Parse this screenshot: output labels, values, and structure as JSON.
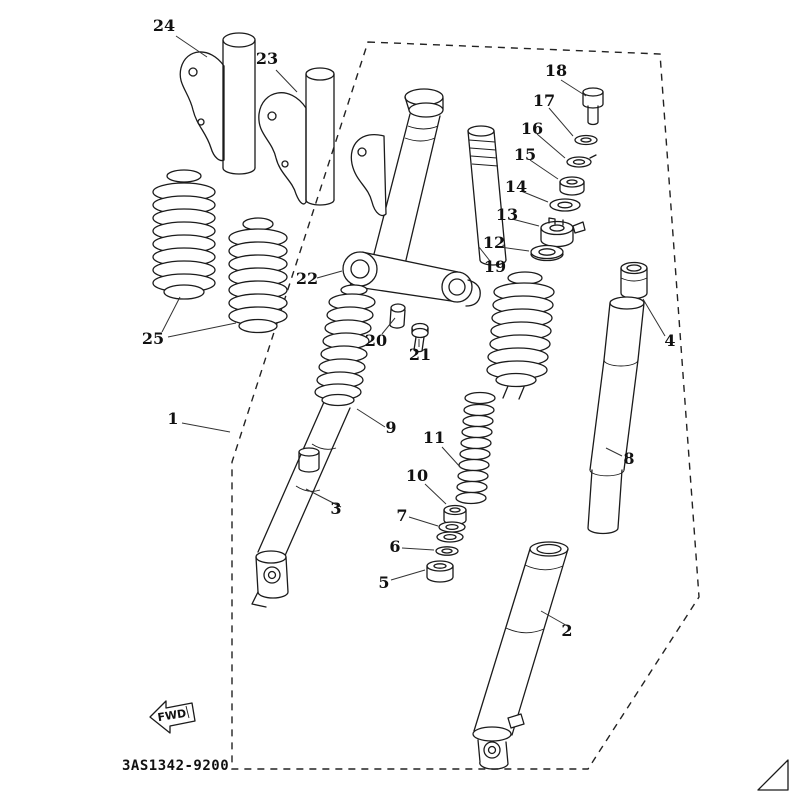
{
  "diagram": {
    "code": "3AS1342-9200",
    "fwd": "FWD"
  },
  "part_labels": {
    "1": "1",
    "2": "2",
    "3": "3",
    "4": "4",
    "5": "5",
    "6": "6",
    "7": "7",
    "8": "8",
    "9": "9",
    "10": "10",
    "11": "11",
    "12": "12",
    "13": "13",
    "14": "14",
    "15": "15",
    "16": "16",
    "17": "17",
    "18": "18",
    "19": "19",
    "20": "20",
    "21": "21",
    "22": "22",
    "23": "23",
    "24": "24",
    "25": "25"
  },
  "colors": {
    "ink": "#1b1b1b",
    "background": "#ffffff"
  }
}
